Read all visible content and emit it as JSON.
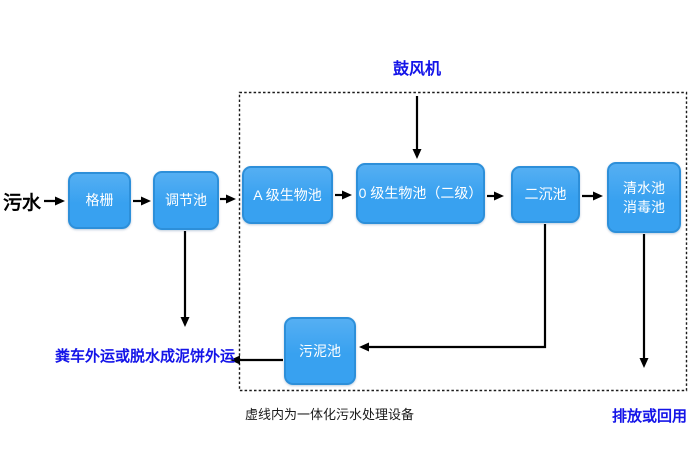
{
  "colors": {
    "node_fill": "#38A1F0",
    "node_fill_light": "#55AFF3",
    "node_border": "#2D8FD9",
    "accent": "#1414E8",
    "line": "#000000",
    "note": "#1A1A1A"
  },
  "labels": {
    "influent": "污水",
    "blower": "鼓风机",
    "sludge_out": "粪车外运或脱水成泥饼外运",
    "discharge": "排放或回用",
    "dashed_note": "虚线内为一体化污水处理设备"
  },
  "nodes": {
    "grid": "格栅",
    "regulating": "调节池",
    "a_bio": "A 级生物池",
    "o_bio": "0 级生物池（二级）",
    "secondary_sed": "二沉池",
    "clear_water_line1": "清水池",
    "clear_water_line2": "消毒池",
    "sludge": "污泥池"
  }
}
